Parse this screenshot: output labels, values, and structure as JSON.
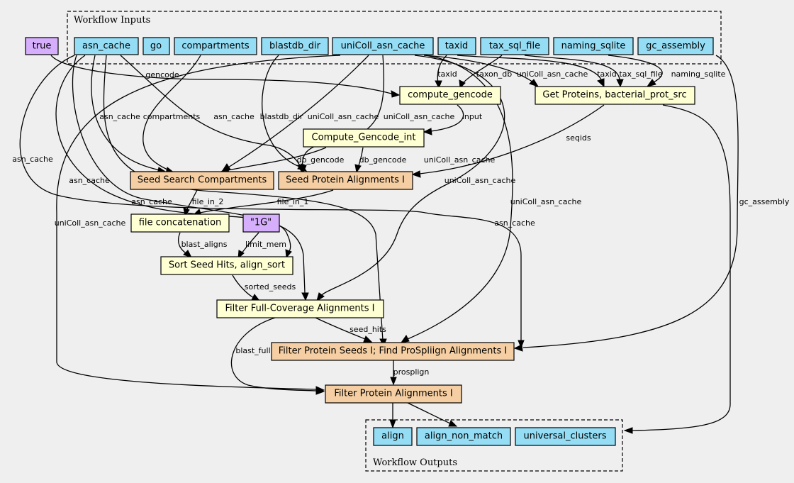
{
  "colors": {
    "background": "#efefef",
    "input": "#94ddf4",
    "tool": "#ffffd4",
    "subworkflow": "#f5cfa3",
    "constant": "#d5aefc"
  },
  "clusters": {
    "inputs_label": "Workflow Inputs",
    "outputs_label": "Workflow Outputs"
  },
  "nodes": {
    "true_const": "true",
    "asn_cache": "asn_cache",
    "go": "go",
    "compartments": "compartments",
    "blastdb_dir": "blastdb_dir",
    "uniColl_asn_cache": "uniColl_asn_cache",
    "taxid": "taxid",
    "tax_sql_file": "tax_sql_file",
    "naming_sqlite": "naming_sqlite",
    "gc_assembly": "gc_assembly",
    "compute_gencode": "compute_gencode",
    "get_proteins": "Get Proteins, bacterial_prot_src",
    "compute_gencode_int": "Compute_Gencode_int",
    "seed_search_compartments": "Seed Search Compartments",
    "seed_protein_alignments": "Seed Protein Alignments I",
    "file_concatenation": "file concatenation",
    "const_1g": "\"1G\"",
    "sort_seed_hits": "Sort Seed Hits, align_sort",
    "filter_full_coverage": "Filter Full-Coverage Alignments I",
    "filter_protein_seeds": "Filter Protein Seeds I; Find ProSpliign Alignments I",
    "filter_protein_alignments": "Filter Protein Alignments I",
    "align": "align",
    "align_non_match": "align_non_match",
    "universal_clusters": "universal_clusters"
  },
  "edge_labels": {
    "gencode": "gencode",
    "taxid": "taxid",
    "taxon_db": "taxon_db",
    "unicoll_to_getprot": "uniColl_asn_cache",
    "taxid_to_getprot": "taxid",
    "tax_sql_file": "tax_sql_file",
    "naming_sqlite": "naming_sqlite",
    "asn_cache_ssc": "asn_cache",
    "compartments": "compartments",
    "asn_cache_spa": "asn_cache",
    "blastdb_dir": "blastdb_dir",
    "unicoll_ssc": "uniColl_asn_cache",
    "unicoll_spa": "uniColl_asn_cache",
    "input": "input",
    "seqids": "seqids",
    "asn_cache_far": "asn_cache",
    "db_gencode_ssc": "db_gencode",
    "db_gencode_spa": "db_gencode",
    "unicoll_ffc": "uniColl_asn_cache",
    "asn_cache_sort": "asn_cache",
    "unicoll_fps": "uniColl_asn_cache",
    "asn_cache_ffc": "asn_cache",
    "file_in_2": "file_in_2",
    "file_in_1": "file_in_1",
    "gc_assembly": "gc_assembly",
    "unicoll_fpa": "uniColl_asn_cache",
    "asn_cache_fpa": "asn_cache",
    "blast_aligns": "blast_aligns",
    "limit_mem": "limit_mem",
    "sorted_seeds": "sorted_seeds",
    "seed_hits": "seed_hits",
    "blast_full": "blast_full",
    "prosplign": "prosplign"
  }
}
